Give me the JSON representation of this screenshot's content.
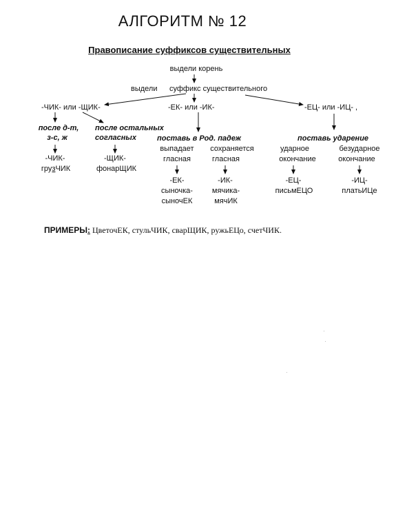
{
  "title": "АЛГОРИТМ № 12",
  "subtitle": "Правописание суффиксов существительных",
  "step1": "выдели корень",
  "step2_left": "выдели",
  "step2_right": "суффикс существительного",
  "branches": {
    "chik_shchik": {
      "label": "-ЧИК- или -ЩИК-",
      "cond1_line1": "после д-т,",
      "cond1_line2": "з-с, ж",
      "cond2_line1": "после остальных",
      "cond2_line2": "согласных",
      "res1_suffix": "-ЧИК-",
      "res1_word_a": "гру",
      "res1_word_u": "з",
      "res1_word_b": "ЧИК",
      "res2_suffix": "-ЩИК-",
      "res2_word": "фонарЩИК"
    },
    "ek_ik": {
      "label": "-ЕК- или -ИК-",
      "instruction": "поставь в Род. падеж",
      "opt1_line1": "выпадает",
      "opt1_line2": "гласная",
      "opt2_line1": "сохраняется",
      "opt2_line2": "гласная",
      "res1_suffix": "-ЕК-",
      "res1_word1": "сыночка-",
      "res1_word2": "сыночЕК",
      "res2_suffix": "-ИК-",
      "res2_word1": "мячика-",
      "res2_word2": "мячИК"
    },
    "ets_its": {
      "label": "-ЕЦ- или -ИЦ- ,",
      "instruction": "поставь ударение",
      "opt1_line1": "ударное",
      "opt1_line2": "окончание",
      "opt2_line1": "безударное",
      "opt2_line2": "окончание",
      "res1_suffix": "-ЕЦ-",
      "res1_word": "письмЕЦО",
      "res2_suffix": "-ИЦ-",
      "res2_word": "платьИЦе"
    }
  },
  "examples": {
    "label": "ПРИМЕРЫ",
    "colon": ":",
    "text": " ЦветочЕК,  стульЧИК, сварЩИК, ружьЕЦо, счетЧИК."
  }
}
